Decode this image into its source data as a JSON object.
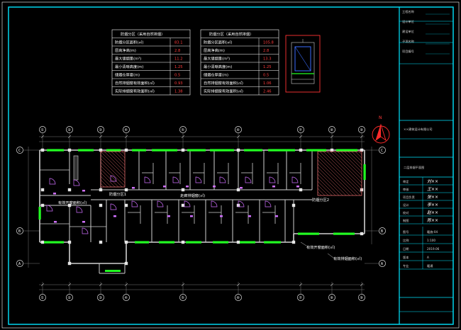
{
  "sheet": {
    "border_color": "#00e5ff",
    "wall_color": "#cfcfcf",
    "window_color": "#22ff22",
    "door_color": "#d070ff",
    "hatch_color": "#ff7a7a"
  },
  "tables": [
    {
      "header": "防烟分区（采用自然排烟）",
      "rows": [
        {
          "label": "防烟分区面积(㎡)",
          "value": "83.1"
        },
        {
          "label": "层高净高(m)",
          "value": "2.8"
        },
        {
          "label": "最大储烟量(m³)",
          "value": "11.2"
        },
        {
          "label": "最小清晰高度(m)",
          "value": "1.25"
        },
        {
          "label": "储烟仓厚度(m)",
          "value": "0.5"
        },
        {
          "label": "自然排烟窗有效面积(㎡)",
          "value": "0.93"
        },
        {
          "label": "实际排烟窗有效面积(㎡)",
          "value": "1.38"
        }
      ]
    },
    {
      "header": "防烟分区（采用自然排烟）",
      "rows": [
        {
          "label": "防烟分区面积(㎡)",
          "value": "105.8"
        },
        {
          "label": "层高净高(m)",
          "value": "2.8"
        },
        {
          "label": "最大储烟量(m³)",
          "value": "13.3"
        },
        {
          "label": "最小清晰高度(m)",
          "value": "1.25"
        },
        {
          "label": "储烟仓厚度(m)",
          "value": "0.5"
        },
        {
          "label": "自然排烟窗有效面积(㎡)",
          "value": "1.06"
        },
        {
          "label": "实际排烟窗有效面积(㎡)",
          "value": "2.46"
        }
      ]
    }
  ],
  "plan_labels": {
    "zone1": "防烟分区1",
    "zone2": "防烟分区2",
    "corridor": "走廊排烟窗(㎡)",
    "window_left": "有效开窗面积(㎡)",
    "window_right": "有效开窗面积(㎡)",
    "window_bottom": "有效排烟面积(㎡)"
  },
  "axis_labels": {
    "top": [
      "①",
      "②",
      "③",
      "④",
      "⑤",
      "⑥",
      "⑦",
      "⑧",
      "⑨"
    ],
    "left": [
      "C",
      "B",
      "A"
    ]
  },
  "north": "N",
  "title_block": {
    "project_rows": [
      "工程名称",
      "设计单位",
      "建设单位",
      "子项名称",
      "项目编号"
    ],
    "company": "××建筑设计有限公司",
    "drawing_title": "二层排烟平面图",
    "roles": [
      {
        "role": "审定",
        "name": "刘××"
      },
      {
        "role": "审核",
        "name": "王××"
      },
      {
        "role": "项目负责",
        "name": "张××"
      },
      {
        "role": "设计",
        "name": "李××"
      },
      {
        "role": "校对",
        "name": "赵××"
      },
      {
        "role": "制图",
        "name": "陈××"
      }
    ],
    "info": [
      {
        "k": "图号",
        "v": "暖施-04"
      },
      {
        "k": "比例",
        "v": "1:100"
      },
      {
        "k": "日期",
        "v": "2019.06"
      },
      {
        "k": "版本",
        "v": "A"
      },
      {
        "k": "专业",
        "v": "暖通"
      }
    ]
  }
}
